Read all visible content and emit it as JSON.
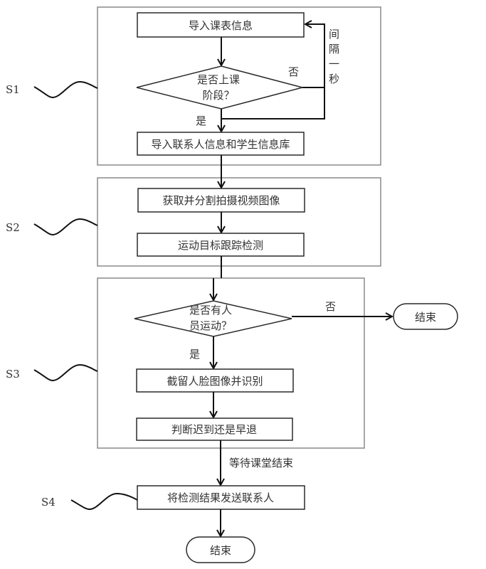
{
  "diagram": {
    "type": "flowchart",
    "stages": [
      {
        "label": "S1"
      },
      {
        "label": "S2"
      },
      {
        "label": "S3"
      },
      {
        "label": "S4"
      }
    ],
    "nodes": {
      "import_schedule": "导入课表信息",
      "is_class_time_l1": "是否上课",
      "is_class_time_l2": "阶段？",
      "import_contacts": "导入联系人信息和学生信息库",
      "capture_video": "获取并分割拍摄视频图像",
      "motion_tracking": "运动目标跟踪检测",
      "has_motion_l1": "是否有人",
      "has_motion_l2": "员运动？",
      "end_1": "结束",
      "capture_face": "截留人脸图像并识别",
      "judge_late": "判断迟到还是早退",
      "send_result": "将检测结果发送联系人",
      "end_2": "结束"
    },
    "edge_labels": {
      "no_1": "否",
      "yes_1": "是",
      "interval_1": "间",
      "interval_2": "隔",
      "interval_3": "一",
      "interval_4": "秒",
      "no_2": "否",
      "yes_2": "是",
      "wait_class_end": "等待课堂结束"
    }
  }
}
